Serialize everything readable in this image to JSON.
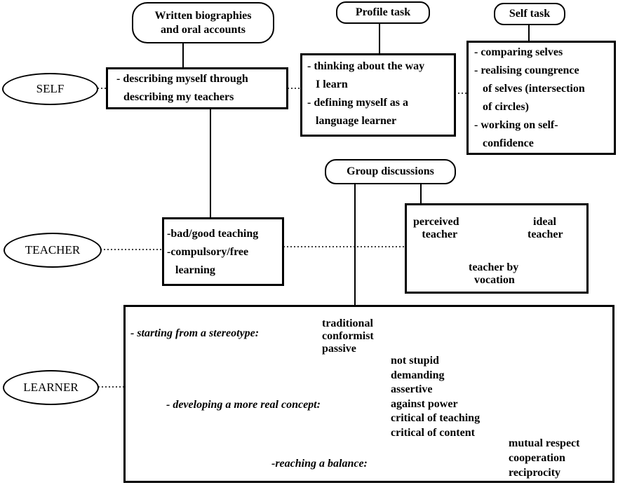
{
  "categories": {
    "self": "SELF",
    "teacher": "TEACHER",
    "learner": "LEARNER"
  },
  "tasks": {
    "written": [
      "Written biographies",
      "and oral accounts"
    ],
    "profile": "Profile task",
    "self_task": "Self task",
    "group": "Group discussions"
  },
  "boxes": {
    "describing": [
      "- describing myself through",
      "describing my teachers"
    ],
    "profile": [
      "- thinking about the way",
      "I learn",
      "- defining myself as a",
      "language learner"
    ],
    "self": [
      "- comparing selves",
      "- realising coungrence",
      "of selves (intersection",
      "of circles)",
      "- working on self-",
      "confidence"
    ],
    "teaching": [
      "-bad/good teaching",
      "-compulsory/free",
      "learning"
    ]
  },
  "triangle": {
    "perceived": [
      "perceived",
      "teacher"
    ],
    "ideal": [
      "ideal",
      "teacher"
    ],
    "vocation": [
      "teacher by",
      "vocation"
    ]
  },
  "learner": {
    "stage1": "- starting from a stereotype:",
    "stage1_traits": [
      "traditional",
      "conformist",
      "passive"
    ],
    "stage2": "- developing a more real concept:",
    "stage2_traits": [
      "not stupid",
      "demanding",
      "assertive",
      "against power",
      "critical of teaching",
      "critical of content"
    ],
    "stage3": "-reaching a balance:",
    "stage3_traits": [
      "mutual respect",
      "cooperation",
      "reciprocity"
    ]
  }
}
